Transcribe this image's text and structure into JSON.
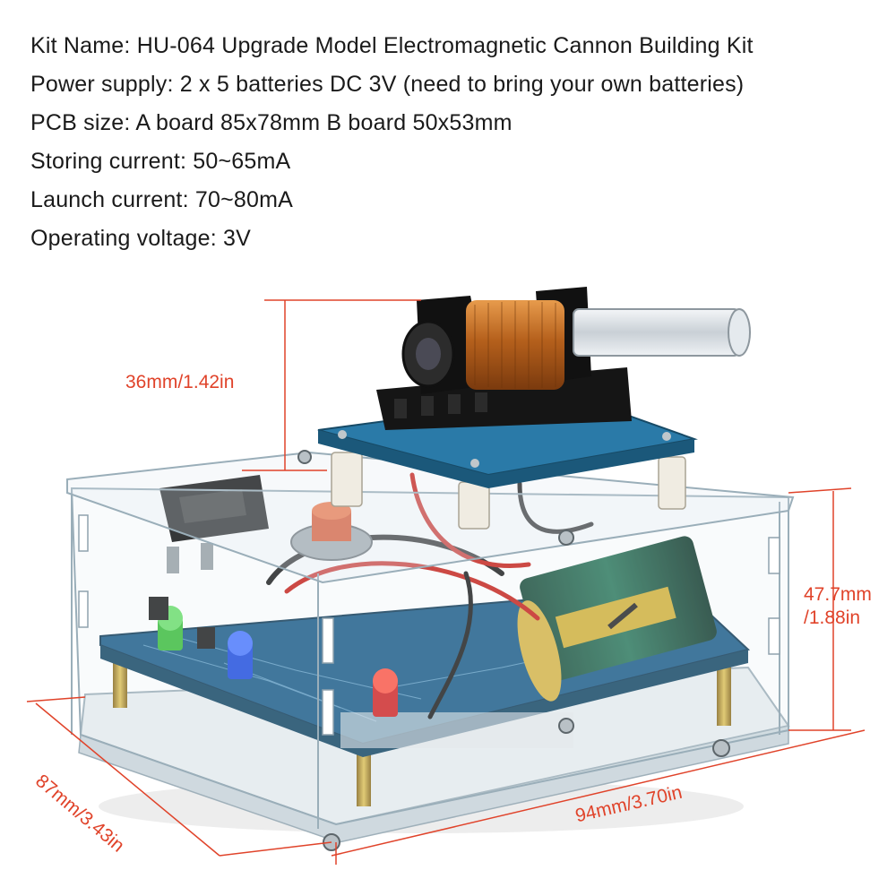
{
  "specs": {
    "kit_name": "Kit Name: HU-064 Upgrade Model Electromagnetic Cannon Building Kit",
    "power_supply": "Power supply: 2 x 5 batteries DC 3V (need to bring your own batteries)",
    "pcb_size": "PCB size: A board 85x78mm B board 50x53mm",
    "storing_current": "Storing current: 50~65mA",
    "launch_current": "Launch current: 70~80mA",
    "operating_voltage": "Operating voltage: 3V"
  },
  "dimensions": {
    "coil_height": "36mm/1.42in",
    "box_height_line1": "47.7mm",
    "box_height_line2": "/1.88in",
    "depth": "87mm/3.43in",
    "width": "94mm/3.70in"
  },
  "colors": {
    "dimension_text": "#e0432a",
    "pcb_blue": "#1f5f8a",
    "copper_coil": "#c06a24"
  }
}
